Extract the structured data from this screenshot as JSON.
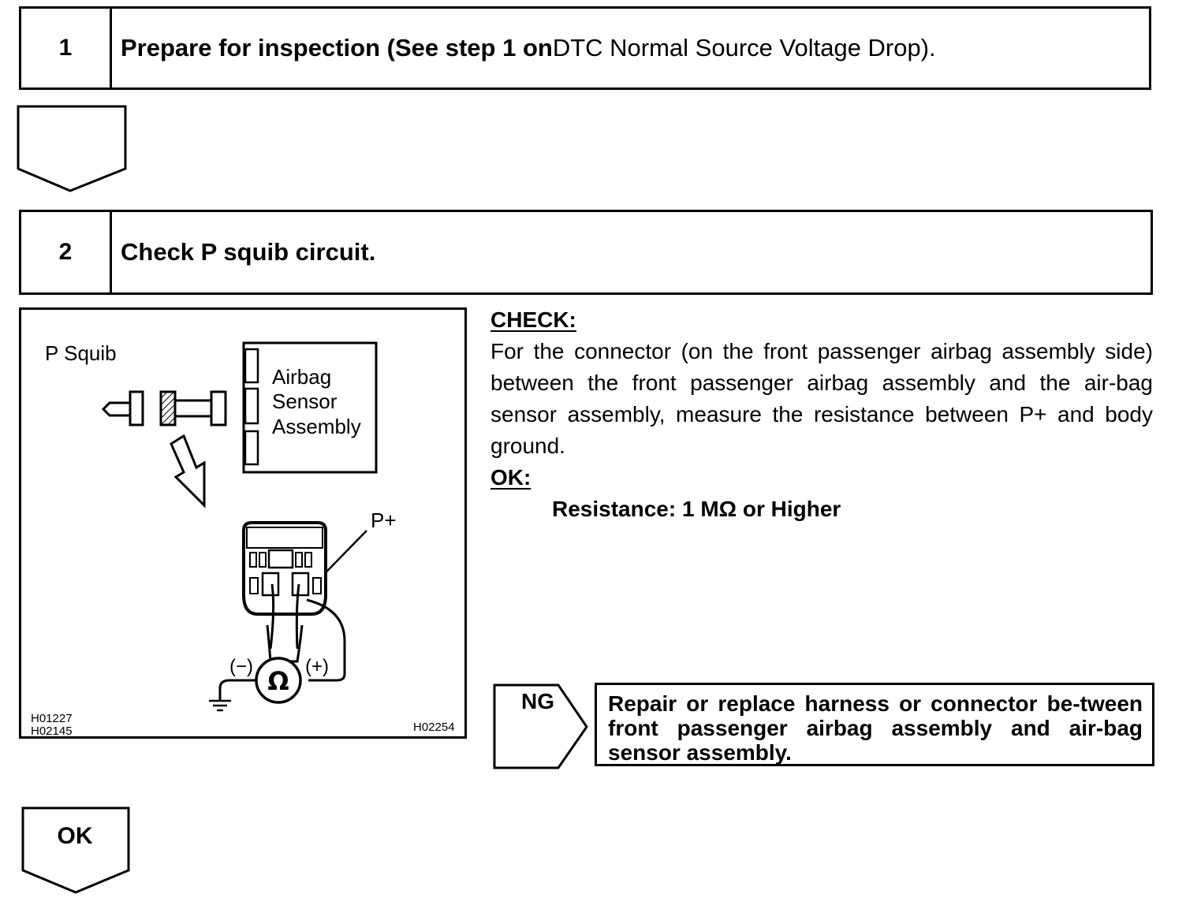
{
  "step1": {
    "number": "1",
    "title_bold": "Prepare for inspection (See step 1 on",
    "title_normal": " DTC Normal Source Voltage Drop)."
  },
  "step2": {
    "number": "2",
    "title": "Check P squib circuit."
  },
  "figure": {
    "p_squib_label": "P Squib",
    "sensor_line1": "Airbag",
    "sensor_line2": "Sensor",
    "sensor_line3": "Assembly",
    "terminal_label": "P+",
    "minus_label": "(−)",
    "plus_label": "(+)",
    "ohm_symbol": "Ω",
    "code_left_1": "H01227",
    "code_left_2": "H02145",
    "code_right": "H02254"
  },
  "check": {
    "heading": "CHECK:",
    "text": "For the connector (on the front passenger airbag assembly side) between the front passenger airbag assembly and the air-bag sensor assembly, measure the resistance between P+ and body ground.",
    "ok_heading": "OK:",
    "resistance": "Resistance: 1 MΩ or Higher"
  },
  "ng": {
    "label": "NG",
    "action": "Repair or replace harness or connector be-tween front passenger airbag assembly and air-bag sensor assembly."
  },
  "ok": {
    "label": "OK"
  }
}
